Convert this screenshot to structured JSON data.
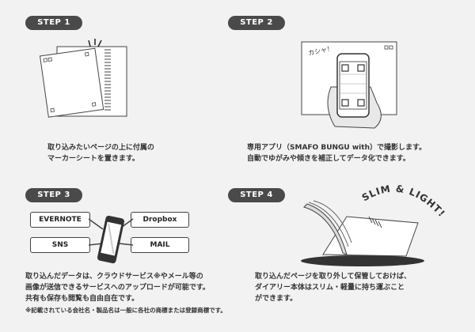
{
  "steps": [
    {
      "badge": "STEP 1",
      "text": "取り込みたいページの上に付属の\nマーカーシートを置きます。"
    },
    {
      "badge": "STEP 2",
      "text": "専用アプリ（SMAFO BUNGU with）で撮影します。\n自動でゆがみや傾きを補正してデータ化できます。",
      "bubble": "カシャ！"
    },
    {
      "badge": "STEP 3",
      "text": "取り込んだデータは、クラウドサービス※やメール等の\n画像が送信できるサービスへのアップロードが可能です。\n共有も保存も閲覧も自由自在です。",
      "services": [
        "EVERNOTE",
        "Dropbox",
        "SNS",
        "MAIL"
      ],
      "footnote": "※記載されている会社名・製品名は一般に各社の商標または登録商標です。"
    },
    {
      "badge": "STEP 4",
      "text": "取り込んだページを取り外して保管しておけば、\nダイアリー本体はスリム・軽量に持ち運ぶこと\nができます。",
      "slogan": "SLIM & LIGHT!"
    }
  ]
}
